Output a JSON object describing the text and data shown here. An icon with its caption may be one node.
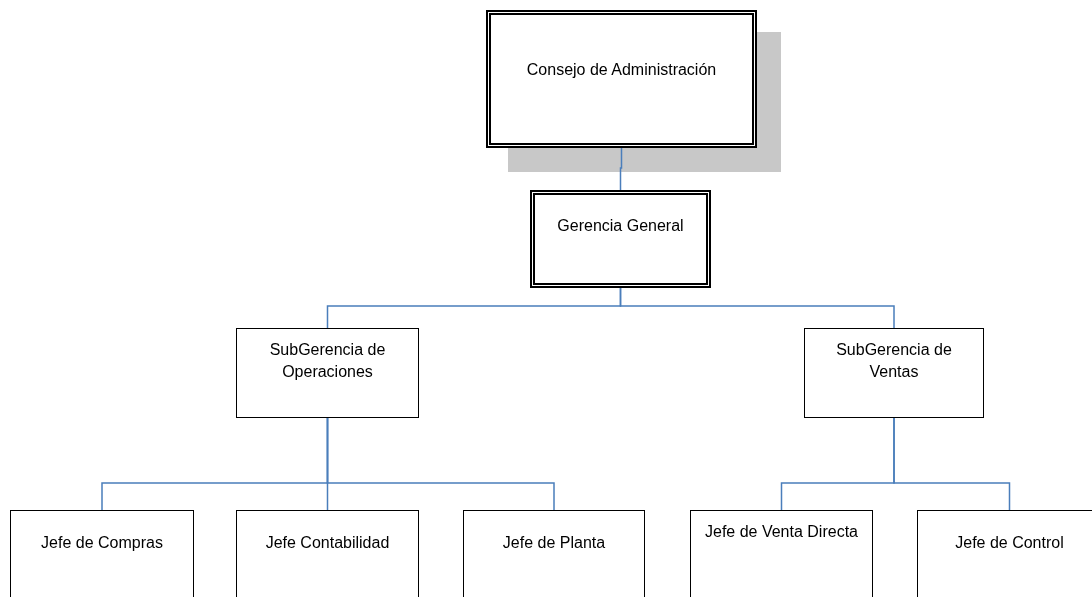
{
  "diagram": {
    "nodes": [
      {
        "text": [
          "Consejo de Administración"
        ]
      },
      {
        "text": [
          "Gerencia General"
        ]
      },
      {
        "text": [
          "SubGerencia de Operaciones"
        ]
      },
      {
        "text": [
          "SubGerencia de Ventas"
        ]
      },
      {
        "text": [
          "Jefe de Compras"
        ]
      },
      {
        "text": [
          "Jefe Contabilidad"
        ]
      },
      {
        "text": [
          "Jefe de Planta"
        ]
      },
      {
        "text": [
          "Jefe de Venta Directa"
        ]
      },
      {
        "text": [
          "Jefe de Control"
        ]
      }
    ],
    "edges": [
      {
        "from": 0,
        "to": 1,
        "arrow": "none"
      },
      {
        "from": 1,
        "to": 2,
        "arrow": "none"
      },
      {
        "from": 1,
        "to": 3,
        "arrow": "none"
      },
      {
        "from": 2,
        "to": 4,
        "arrow": "none"
      },
      {
        "from": 2,
        "to": 5,
        "arrow": "none"
      },
      {
        "from": 2,
        "to": 6,
        "arrow": "none"
      },
      {
        "from": 3,
        "to": 7,
        "arrow": "none"
      },
      {
        "from": 3,
        "to": 8,
        "arrow": "none"
      }
    ]
  }
}
